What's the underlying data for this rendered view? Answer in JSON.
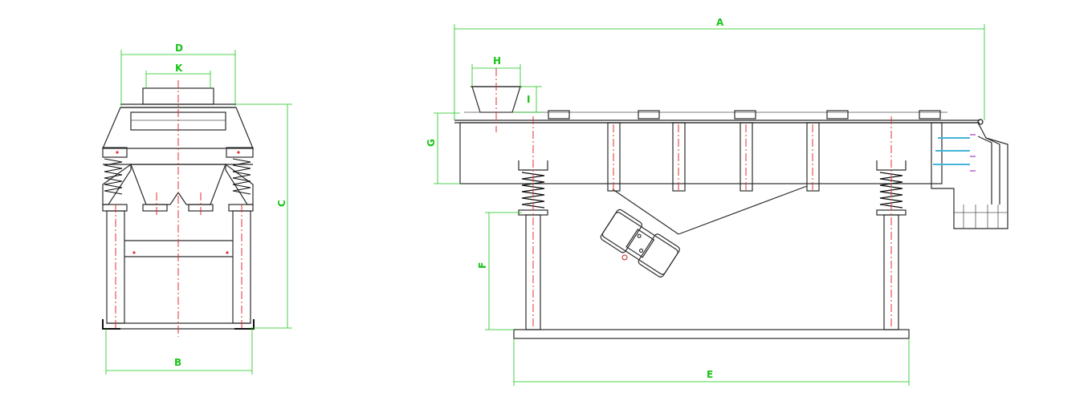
{
  "colors": {
    "dimension": "#19c419",
    "centerline": "#e03030",
    "outline": "#2b2b2b",
    "spring": "#111111",
    "accent_blue": "#45b4d8",
    "accent_purple": "#a040c0"
  },
  "dimensions": {
    "A": "A",
    "B": "B",
    "C": "C",
    "D": "D",
    "E": "E",
    "F": "F",
    "G": "G",
    "H": "H",
    "I": "I",
    "K": "K"
  }
}
